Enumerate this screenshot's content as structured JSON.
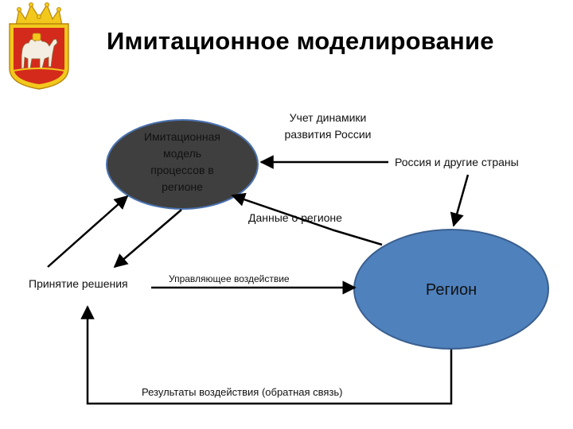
{
  "slide": {
    "title": "Имитационное моделирование",
    "emblem_icon": "chelyabinsk-coat-of-arms-icon"
  },
  "diagram": {
    "nodes": {
      "model": {
        "lines": [
          "Имитационная",
          "модель",
          "процессов в",
          "регионе"
        ],
        "fill": "#3f3f3f",
        "stroke": "#4a72b0"
      },
      "region": {
        "label": "Регион",
        "fill": "#4f81bd",
        "stroke": "#3a5f8f"
      },
      "decision": {
        "label": "Принятие решения"
      },
      "countries": {
        "label": "Россия  и другие страны"
      }
    },
    "labels": {
      "dynamics": [
        "Учет динамики",
        "развития России"
      ],
      "region_data": "Данные о регионе",
      "control": "Управляющее воздействие",
      "feedback": "Результаты воздействия (обратная связь)"
    }
  },
  "colors": {
    "arrow": "#000000",
    "text": "#111111",
    "white_text": "#ffffff"
  }
}
